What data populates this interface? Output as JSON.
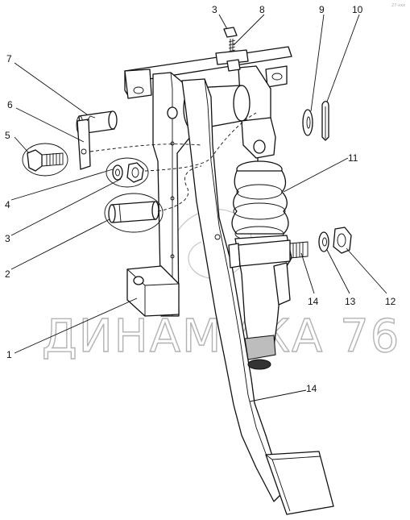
{
  "watermark": "ДИНАМИКА 76",
  "corner_mark": "27-xxx",
  "callouts": [
    {
      "id": "c1",
      "label": "1"
    },
    {
      "id": "c2",
      "label": "2"
    },
    {
      "id": "c3a",
      "label": "3"
    },
    {
      "id": "c3b",
      "label": "3"
    },
    {
      "id": "c4",
      "label": "4"
    },
    {
      "id": "c5",
      "label": "5"
    },
    {
      "id": "c6",
      "label": "6"
    },
    {
      "id": "c7",
      "label": "7"
    },
    {
      "id": "c8",
      "label": "8"
    },
    {
      "id": "c9",
      "label": "9"
    },
    {
      "id": "c10",
      "label": "10"
    },
    {
      "id": "c11",
      "label": "11"
    },
    {
      "id": "c12",
      "label": "12"
    },
    {
      "id": "c13",
      "label": "13"
    },
    {
      "id": "c14a",
      "label": "14"
    },
    {
      "id": "c14b",
      "label": "14"
    }
  ]
}
